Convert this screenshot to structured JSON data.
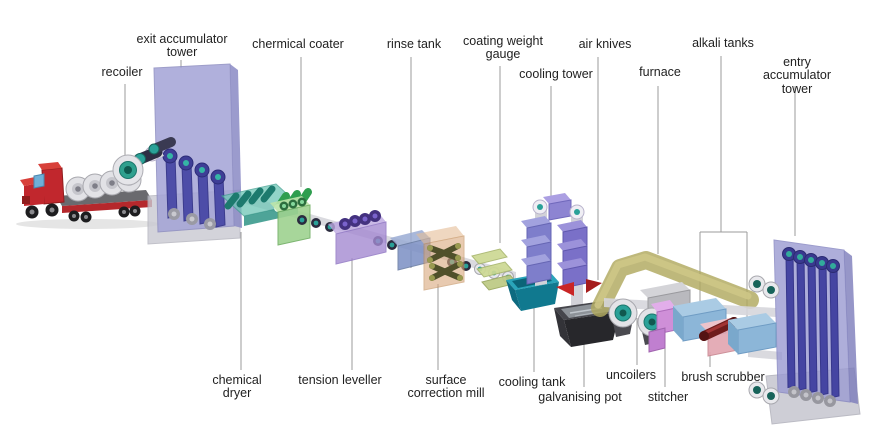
{
  "labels": {
    "recoiler": "recoiler",
    "exit_accumulator_tower": "exit accumulator\ntower",
    "chermical_coater": "chermical coater",
    "rinse_tank": "rinse tank",
    "coating_weight_gauge": "coating weight\ngauge",
    "air_knives": "air knives",
    "cooling_tower": "cooling tower",
    "furnace": "furnace",
    "alkali_tanks": "alkali tanks",
    "entry_accumulator_tower": "entry accumulator\ntower",
    "chemical_dryer": "chemical\ndryer",
    "tension_leveller": "tension leveller",
    "surface_correction_mill": "surface\ncorrection mill",
    "cooling_tank": "cooling tank",
    "galvanising_pot": "galvanising pot",
    "uncoilers": "uncoilers",
    "stitcher": "stitcher",
    "brush_scrubber": "brush scrubber"
  },
  "palette": {
    "truck_red": "#c1272d",
    "coil_silver": "#e2e2e6",
    "coil_core_teal": "#2aa198",
    "accumulator_body": "#a3a3d6",
    "accumulator_strip": "#4d4da8",
    "entry_tower_body": "#9b9bd2",
    "entry_tower_strip": "#4545a2",
    "chemical_coater_teal": "#6ec6b6",
    "chemical_dryer_green": "#9ed290",
    "tension_leveller_purple": "#a58ad2",
    "rinse_tank_blue": "#7b8fc4",
    "surface_mill_tan": "#d9a87c",
    "gauge_green": "#cdd993",
    "cooling_tank_teal": "#10798f",
    "cooling_tower_violet": "#7e7ecb",
    "air_knife_red": "#c92525",
    "galvanising_pot_gray": "#27272b",
    "furnace_olive": "#b0a85e",
    "stitcher_magenta": "#cf8fd8",
    "alkali_tank_blue": "#8cb6d8",
    "brush_scrubber_red": "#6f1c1c",
    "strip_gray": "#d6d6db",
    "leader_line": "#9b9b9b",
    "label_text": "#1f1f1f",
    "background": "#ffffff"
  }
}
